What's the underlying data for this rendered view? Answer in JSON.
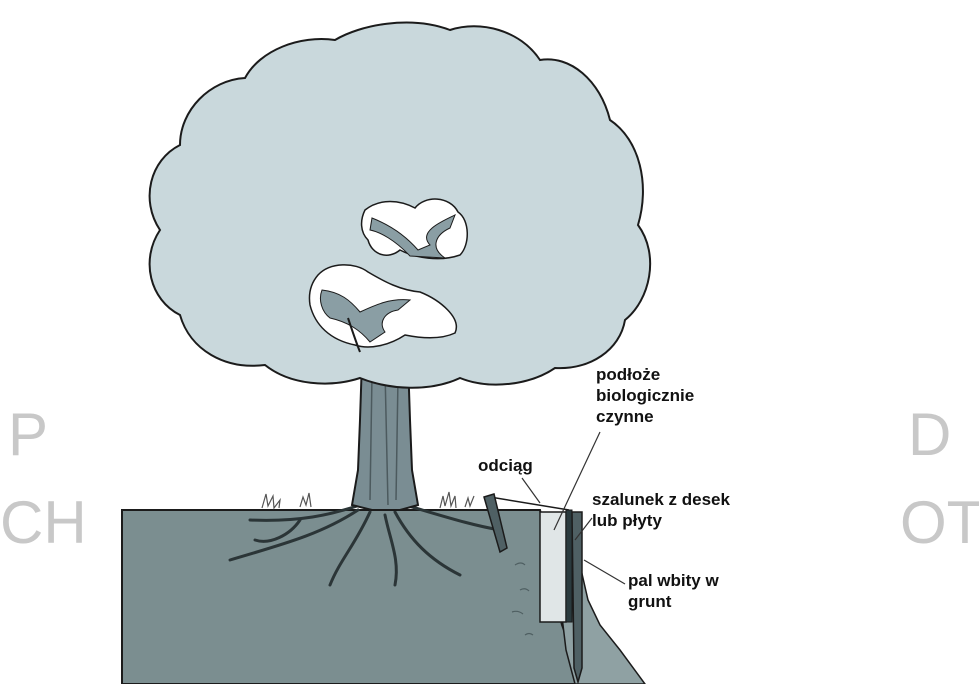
{
  "labels": {
    "podloze": [
      "podłoże",
      "biologicznie",
      "czynne"
    ],
    "odciag": "odciąg",
    "szalunek": [
      "szalunek z desek",
      "lub płyty"
    ],
    "pal": [
      "pal wbity w",
      "grunt"
    ]
  },
  "watermark_fragments": {
    "left_line_1": "P",
    "left_line_2": "CH",
    "right_line_1": "D",
    "right_line_2": "OT"
  },
  "colors": {
    "canopy": "#c9d8dc",
    "canopy_outline": "#1b1b1b",
    "branches": "#8a9ea4",
    "trunk": "#7a8d93",
    "ground": "#7b8e90",
    "substrate": "#e0e6e7",
    "formwork": "#2a3a3e",
    "text": "#111111",
    "watermark": "#c8c8c8"
  },
  "icons": {
    "tree": "tree-illustration",
    "ground": "soil-cross-section"
  }
}
